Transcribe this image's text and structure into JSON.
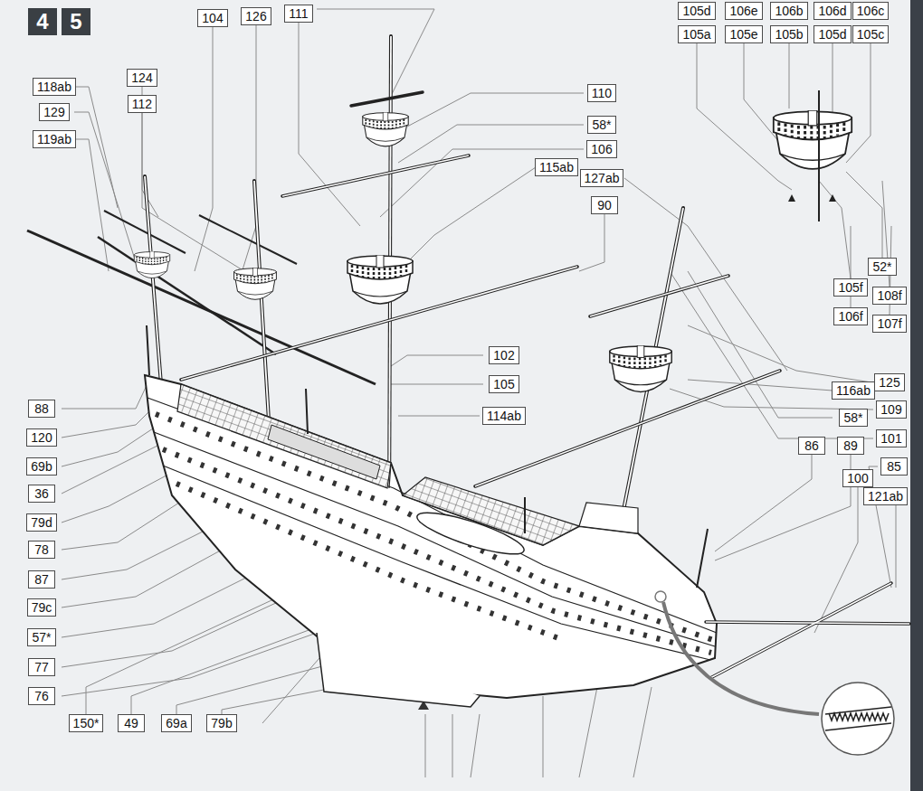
{
  "diagram": {
    "labels": [
      "4",
      "5",
      "104",
      "126",
      "111",
      "105d",
      "106e",
      "106b",
      "106d",
      "106c",
      "105a",
      "105e",
      "105b",
      "105d",
      "105c",
      "118ab",
      "124",
      "129",
      "112",
      "119ab",
      "110",
      "58*",
      "106",
      "115ab",
      "127ab",
      "90",
      "52*",
      "105f",
      "108f",
      "106f",
      "107f",
      "102",
      "105",
      "114ab",
      "125",
      "116ab",
      "109",
      "58*",
      "101",
      "86",
      "89",
      "85",
      "100",
      "121ab",
      "88",
      "120",
      "69b",
      "36",
      "79d",
      "78",
      "87",
      "79c",
      "57*",
      "77",
      "76",
      "150*",
      "49",
      "69a",
      "79b"
    ]
  }
}
